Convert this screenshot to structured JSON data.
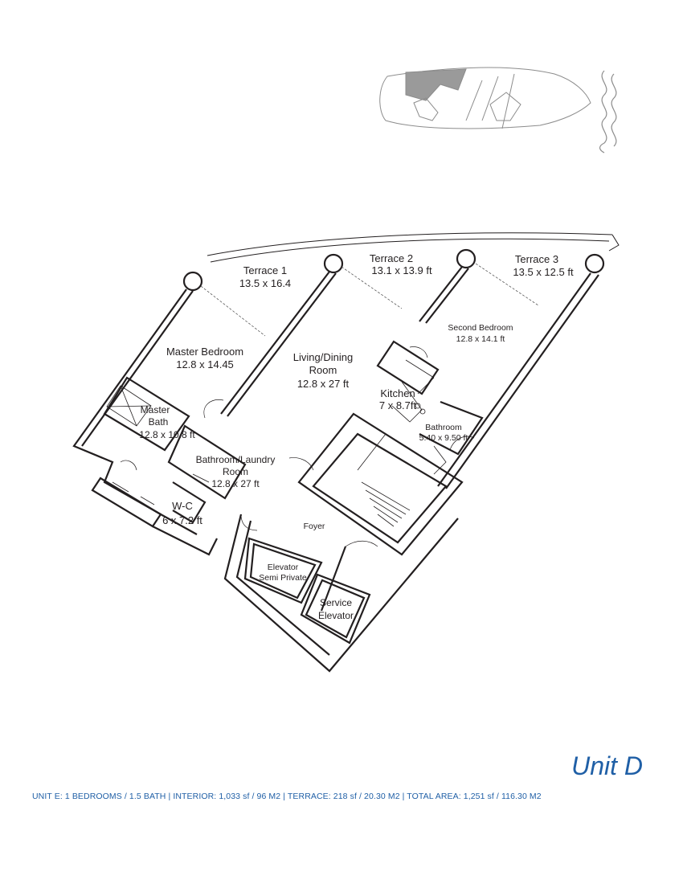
{
  "rooms": {
    "terrace_1": {
      "name": "Terrace 1",
      "size": "13.5 x 16.4"
    },
    "terrace_2": {
      "name": "Terrace 2",
      "size": "13.1 x 13.9 ft"
    },
    "terrace_3": {
      "name": "Terrace 3",
      "size": "13.5 x 12.5 ft"
    },
    "master_bedroom": {
      "name": "Master Bedroom",
      "size": "12.8 x 14.45"
    },
    "living_dining": {
      "name_line1": "Living/Dining",
      "name_line2": "Room",
      "size": "12.8 x 27 ft"
    },
    "second_bedroom": {
      "name": "Second Bedroom",
      "size": "12.8 x 14.1 ft"
    },
    "kitchen": {
      "name": "Kitchen",
      "size": "7 x 8.7ft"
    },
    "bathroom": {
      "name": "Bathroom",
      "size": "5.40 x 9.50 ft"
    },
    "master_bath": {
      "name_line1": "Master",
      "name_line2": "Bath",
      "size": "12.8 x 10.8 ft"
    },
    "bathroom_laundry": {
      "name_line1": "Bathroom/Laundry",
      "name_line2": "Room",
      "size": "12.8 x 27 ft"
    },
    "wc": {
      "name": "W-C",
      "size": "6 x 7.2 ft"
    },
    "foyer": {
      "name": "Foyer"
    },
    "elevator_semi_private": {
      "name_line1": "Elevator",
      "name_line2": "Semi Private"
    },
    "service_elevator": {
      "name_line1": "Service",
      "name_line2": "Elevator"
    }
  },
  "unit": {
    "title": "Unit D",
    "summary": "UNIT E: 1 BEDROOMS / 1.5 BATH | INTERIOR: 1,033 sf / 96 M2 | TERRACE: 218 sf / 20.30 M2 | TOTAL AREA: 1,251 sf / 116.30 M2"
  },
  "colors": {
    "accent": "#1f5fa6",
    "line": "#231f20",
    "key_plan_gray": "#9a9a9a"
  }
}
